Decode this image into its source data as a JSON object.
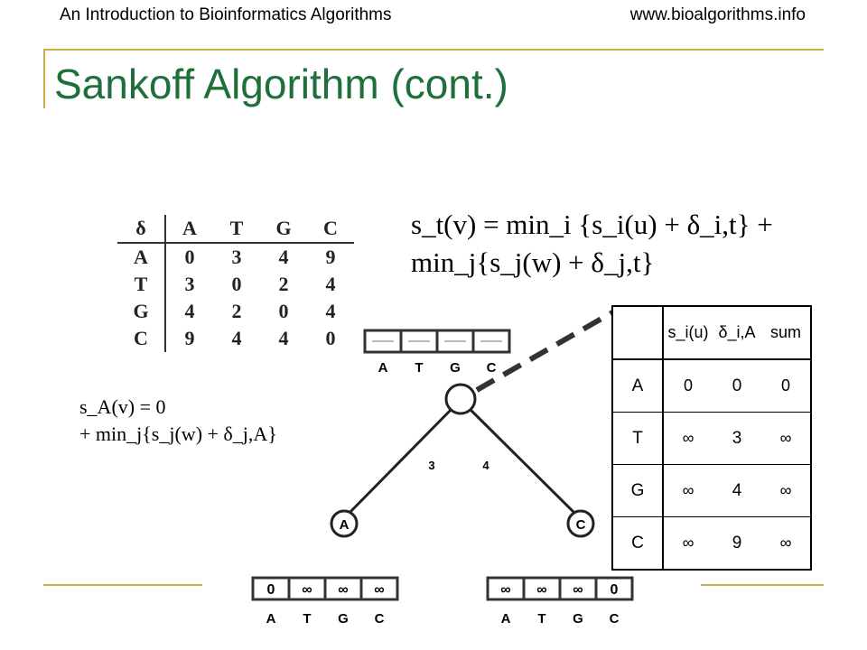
{
  "header": {
    "left": "An Introduction to Bioinformatics Algorithms",
    "right": "www.bioalgorithms.info"
  },
  "title": "Sankoff Algorithm (cont.)",
  "formula_main": {
    "line1": "s_t(v) = min_i {s_i(u) + δ_i,t} +",
    "line2": "min_j{s_j(w) + δ_j,t}"
  },
  "formula_a": {
    "line1": "s_A(v) = 0",
    "line2": "+ min_j{s_j(w) + δ_j,A}"
  },
  "cost_table": {
    "corner": "δ",
    "header": [
      "A",
      "T",
      "G",
      "C"
    ],
    "rows": [
      {
        "label": "A",
        "values": [
          "0",
          "3",
          "4",
          "9"
        ]
      },
      {
        "label": "T",
        "values": [
          "3",
          "0",
          "2",
          "4"
        ]
      },
      {
        "label": "G",
        "values": [
          "4",
          "2",
          "0",
          "4"
        ]
      },
      {
        "label": "C",
        "values": [
          "9",
          "4",
          "4",
          "0"
        ]
      }
    ]
  },
  "sum_table": {
    "header": [
      "s_i(u)",
      "δ_i,A",
      "sum"
    ],
    "rows": [
      {
        "label": "A",
        "values": [
          "0",
          "0",
          "0"
        ]
      },
      {
        "label": "T",
        "values": [
          "∞",
          "3",
          "∞"
        ]
      },
      {
        "label": "G",
        "values": [
          "∞",
          "4",
          "∞"
        ]
      },
      {
        "label": "C",
        "values": [
          "∞",
          "9",
          "∞"
        ]
      }
    ]
  },
  "tree": {
    "edge_left_label": "3",
    "edge_right_label": "4",
    "leaf_left_label": "A",
    "leaf_right_label": "C",
    "top_array_letters": [
      "A",
      "T",
      "G",
      "C"
    ],
    "left_array_values": [
      "0",
      "∞",
      "∞",
      "∞"
    ],
    "left_array_letters": [
      "A",
      "T",
      "G",
      "C"
    ],
    "right_array_values": [
      "∞",
      "∞",
      "∞",
      "0"
    ],
    "right_array_letters": [
      "A",
      "T",
      "G",
      "C"
    ]
  }
}
